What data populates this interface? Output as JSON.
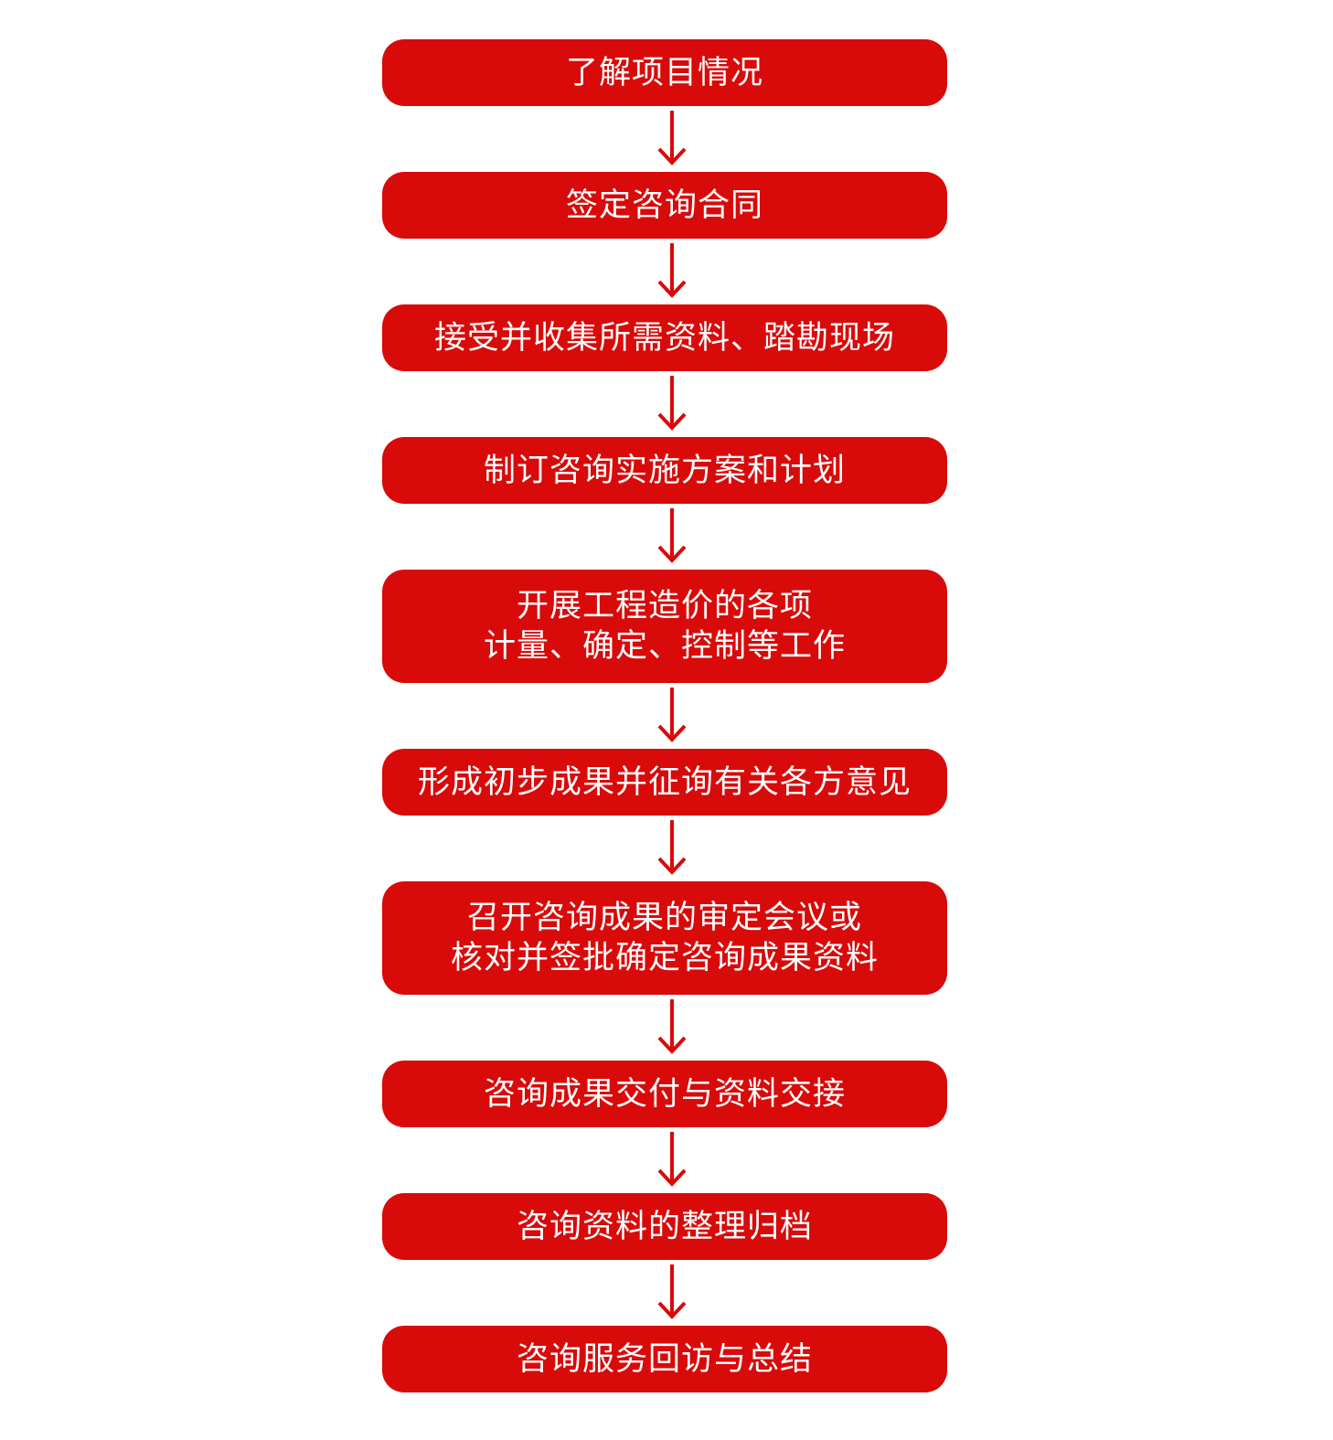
{
  "flowchart": {
    "colors": {
      "box": "#d90a0a",
      "text": "#ffffff",
      "arrow": "#d90a0a",
      "background": "#ffffff"
    },
    "steps": [
      {
        "label": "了解项目情况"
      },
      {
        "label": "签定咨询合同"
      },
      {
        "label": "接受并收集所需资料、踏勘现场"
      },
      {
        "label": "制订咨询实施方案和计划"
      },
      {
        "label": "开展工程造价的各项\n计量、确定、控制等工作"
      },
      {
        "label": "形成初步成果并征询有关各方意见"
      },
      {
        "label": "召开咨询成果的审定会议或\n核对并签批确定咨询成果资料"
      },
      {
        "label": "咨询成果交付与资料交接"
      },
      {
        "label": "咨询资料的整理归档"
      },
      {
        "label": "咨询服务回访与总结"
      }
    ],
    "connector_icon": "down-arrow-icon"
  }
}
